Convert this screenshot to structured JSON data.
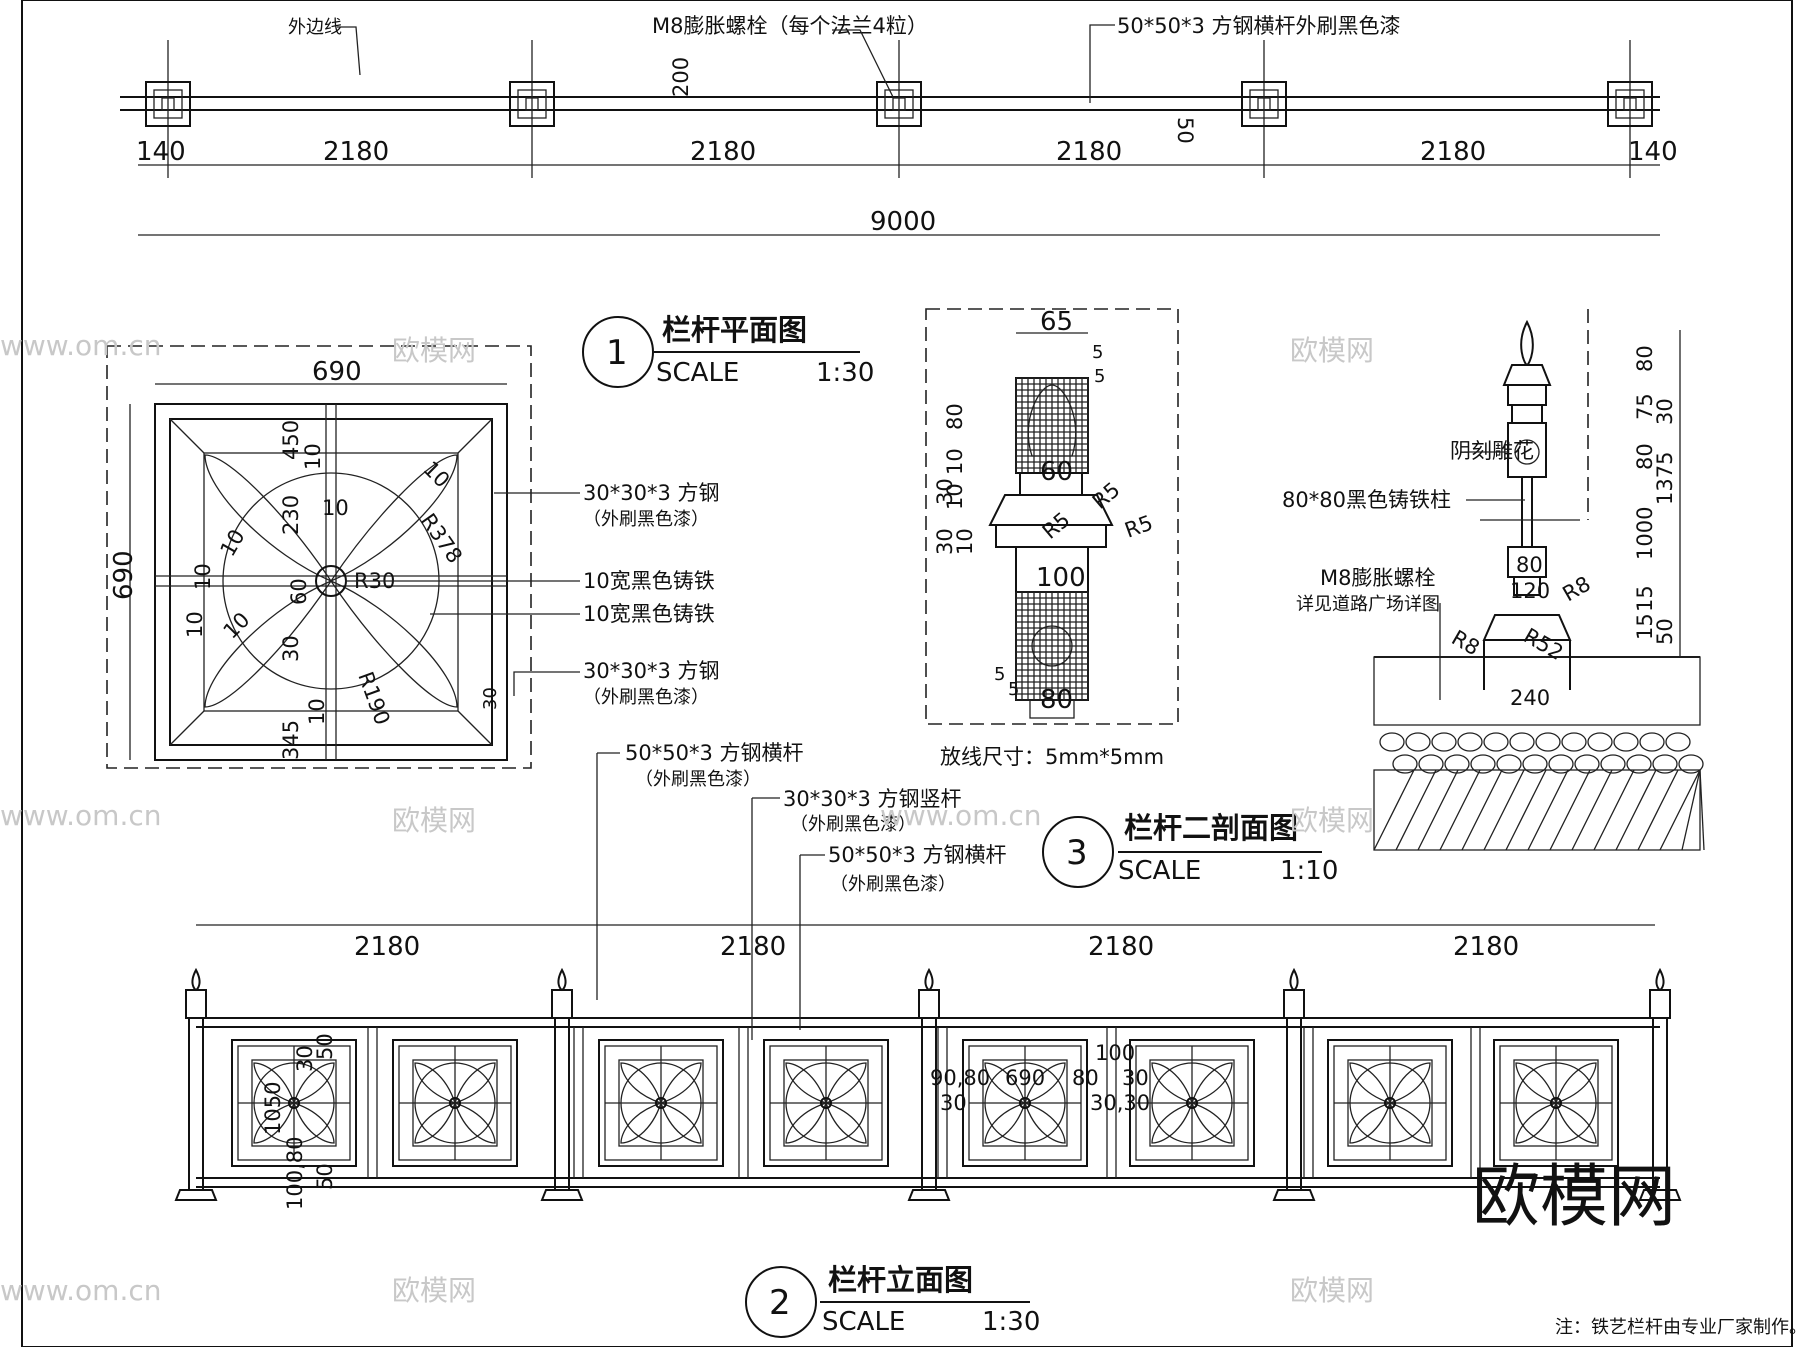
{
  "plan_top": {
    "labels": {
      "outer_line": "外边线",
      "bolt": "M8膨胀螺栓（每个法兰4粒）",
      "rail": "50*50*3 方钢横杆外刷黑色漆"
    },
    "dims": {
      "d200": "200",
      "d50": "50",
      "end_left": "140",
      "end_right": "140",
      "spans": [
        "2180",
        "2180",
        "2180",
        "2180"
      ],
      "total": "9000"
    }
  },
  "panel_plan": {
    "title": "栏杆平面图",
    "scale_label": "SCALE",
    "scale": "1:30",
    "number": "1",
    "dims": {
      "width": "690",
      "height": "690",
      "d450": "450",
      "d10a": "10",
      "d230": "230",
      "d10b": "10",
      "d60": "60",
      "d30": "30",
      "d345": "345",
      "d10c": "10",
      "d10d": "10",
      "d10e": "10",
      "d10f": "10",
      "r378": "R378",
      "r30": "R30",
      "r190": "R190",
      "d30b": "30"
    },
    "notes": {
      "steel1": "30*30*3 方钢",
      "steel1_sub": "（外刷黑色漆）",
      "iron1": "10宽黑色铸铁",
      "iron2": "10宽黑色铸铁",
      "steel2": "30*30*3 方钢",
      "steel2_sub": "（外刷黑色漆）"
    }
  },
  "post_detail": {
    "dims": {
      "d65": "65",
      "d5a": "5",
      "d5b": "5",
      "d80": "80",
      "d30": "30",
      "d10a": "10",
      "d10b": "10",
      "d10c": "10",
      "d30b": "30",
      "d60": "60",
      "r5a": "R5",
      "r5b": "R5",
      "r5c": "R5",
      "d100": "100",
      "d5c": "5",
      "d5d": "5",
      "d80b": "80"
    },
    "caption": "放线尺寸：5mm*5mm"
  },
  "section": {
    "title": "栏杆二剖面图",
    "scale_label": "SCALE",
    "scale": "1:10",
    "number": "3",
    "notes": {
      "carving": "阴刻雕花",
      "post": "80*80黑色铸铁柱",
      "bolt": "M8膨胀螺栓",
      "bolt_sub": "详见道路广场详图"
    },
    "dims": {
      "d80a": "80",
      "d75": "75",
      "d80b": "80",
      "d30": "30",
      "d1375": "1375",
      "d1000": "1000",
      "d15a": "15",
      "d15b": "15",
      "d50": "50",
      "d80c": "80",
      "d120": "120",
      "r8a": "R8",
      "r8b": "R8",
      "r52": "R52",
      "d240": "240"
    }
  },
  "elevation": {
    "title": "栏杆立面图",
    "scale_label": "SCALE",
    "scale": "1:30",
    "number": "2",
    "spans": [
      "2180",
      "2180",
      "2180",
      "2180"
    ],
    "notes": {
      "rail1": "50*50*3 方钢横杆",
      "rail1_sub": "（外刷黑色漆）",
      "post": "30*30*3 方钢竖杆",
      "post_sub": "（外刷黑色漆）",
      "rail2": "50*50*3 方钢横杆",
      "rail2_sub": "（外刷黑色漆）"
    },
    "dims": {
      "d50": "50",
      "d30": "30",
      "d1050": "1050",
      "d10080": "100,80",
      "d50b": "50",
      "d9080": "90,80",
      "d30b": "30",
      "d690": "690",
      "d100": "100",
      "d80": "80",
      "d30c": "30",
      "d3030": "30,30"
    }
  },
  "footnote": "注：铁艺栏杆由专业厂家制作。",
  "watermark_logo": "欧模网",
  "watermarks": [
    "欧模网",
    "www.om.cn"
  ]
}
